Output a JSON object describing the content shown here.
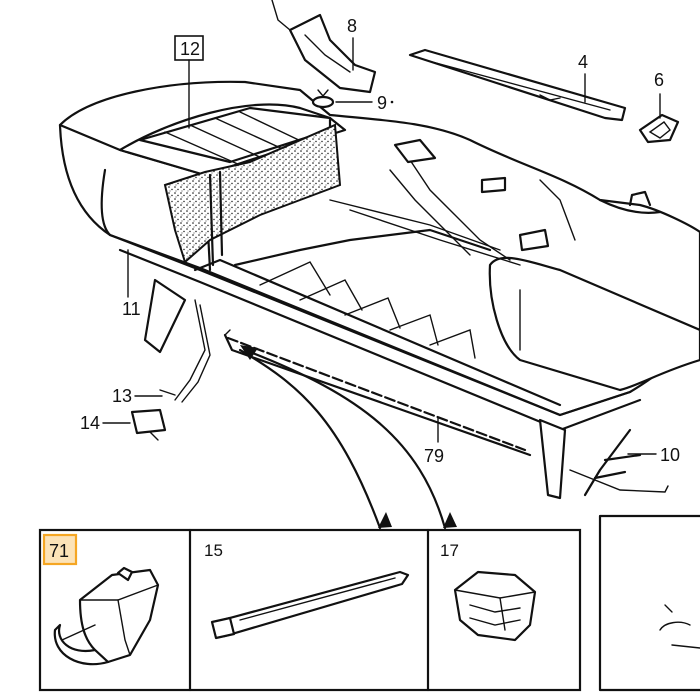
{
  "callouts": {
    "c8": "8",
    "c9": "9",
    "c4": "4",
    "c6": "6",
    "c12": "12",
    "c11": "11",
    "c13": "13",
    "c14": "14",
    "c79": "79",
    "c10": "10",
    "c71": "71",
    "c15": "15",
    "c17": "17"
  },
  "highlight_color": "#f5a623"
}
